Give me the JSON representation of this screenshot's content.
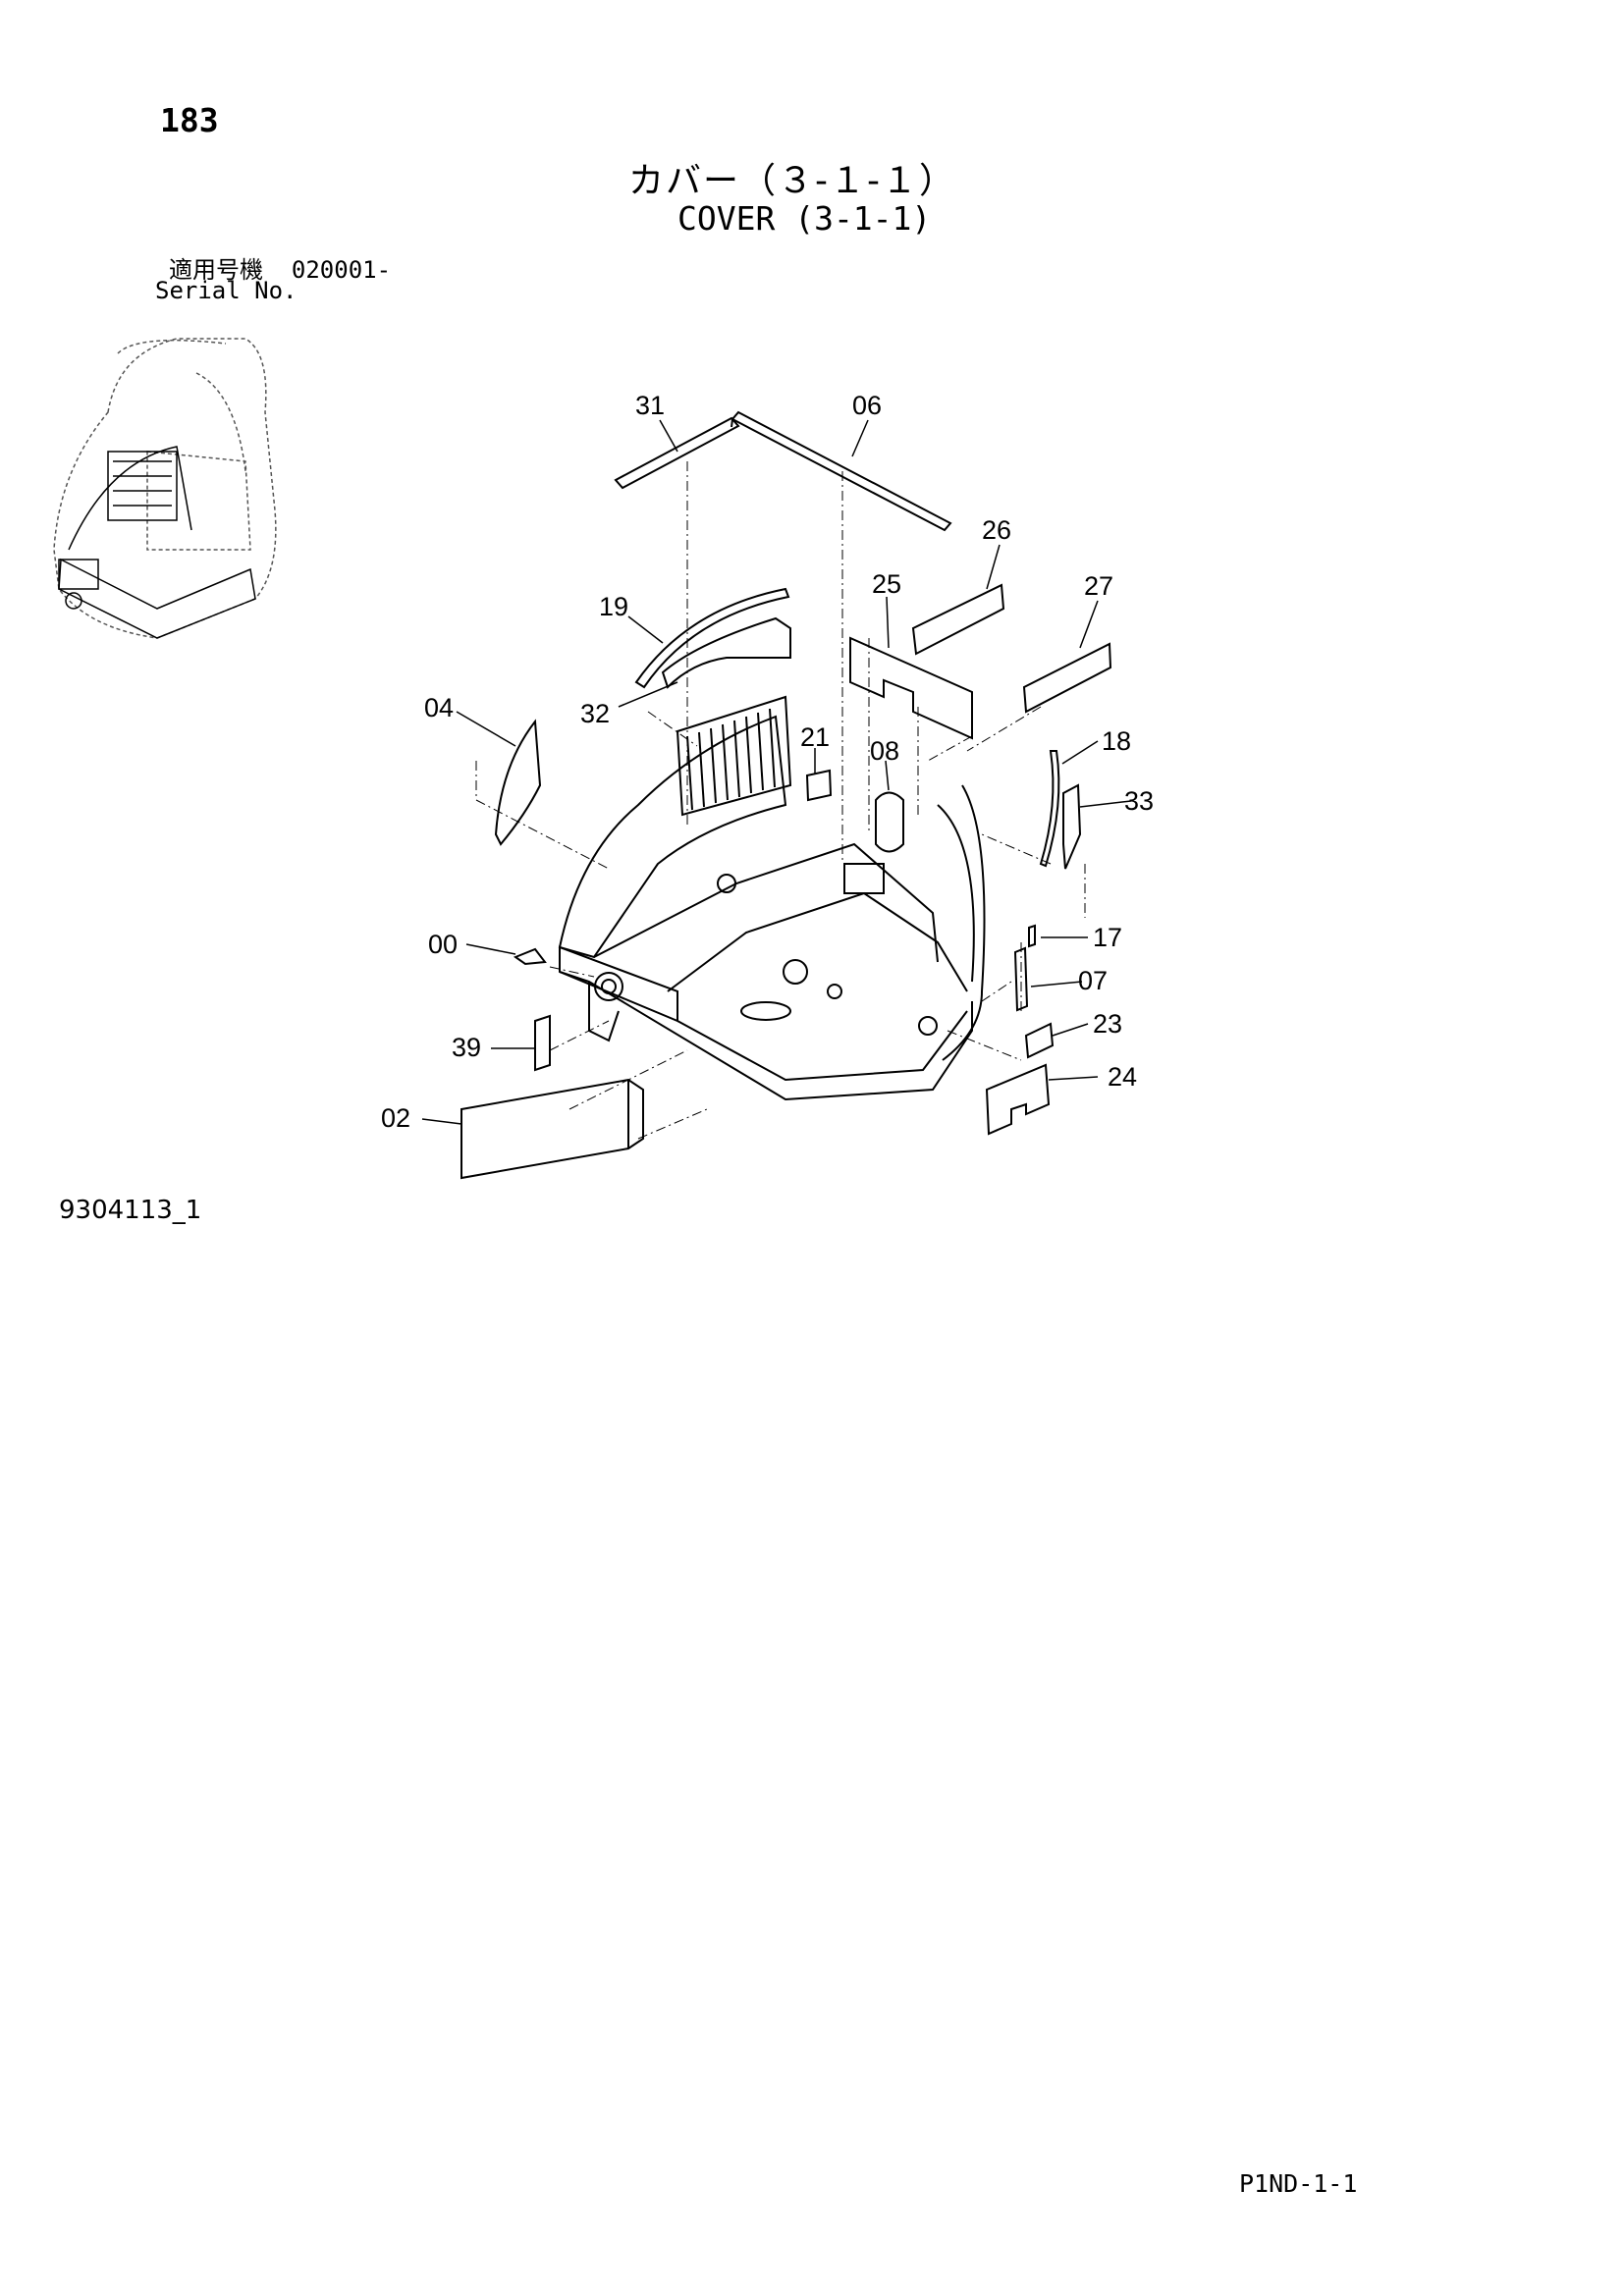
{
  "page_number": "183",
  "title_jp": "カバー（３-１-１）",
  "title_en": "COVER (3-1-1)",
  "serial_label_jp": "適用号機",
  "serial_value": "020001-",
  "serial_label_en": "Serial No.",
  "drawing_number": "9304113_1",
  "footer_code": "P1ND-1-1",
  "callouts": [
    "31",
    "06",
    "26",
    "25",
    "27",
    "19",
    "32",
    "04",
    "21",
    "08",
    "18",
    "33",
    "00",
    "17",
    "07",
    "39",
    "23",
    "02",
    "24"
  ]
}
